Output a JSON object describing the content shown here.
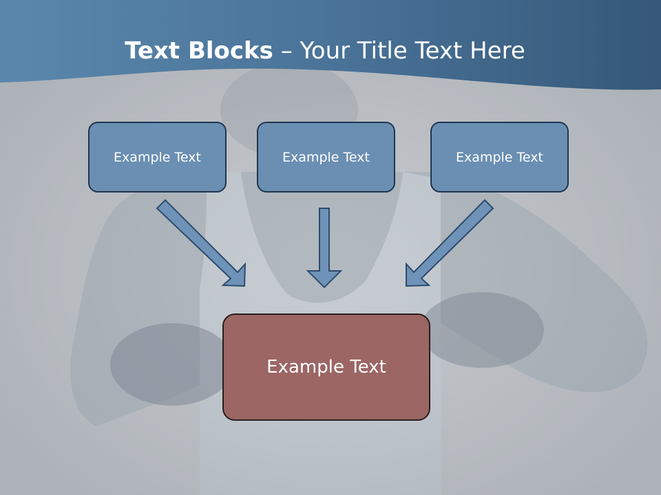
{
  "title": {
    "bold": "Text Blocks",
    "dash": " – ",
    "rest": "Your Title Text Here"
  },
  "boxes": {
    "top_left": "Example Text",
    "top_middle": "Example Text",
    "top_right": "Example Text",
    "bottom": "Example Text"
  },
  "colors": {
    "header_band": "#4d779c",
    "box_fill": "#6b8fb2",
    "box_border": "#1f3550",
    "bottom_box_fill": "#9b6664",
    "arrow_fill": "#6f93b8"
  }
}
